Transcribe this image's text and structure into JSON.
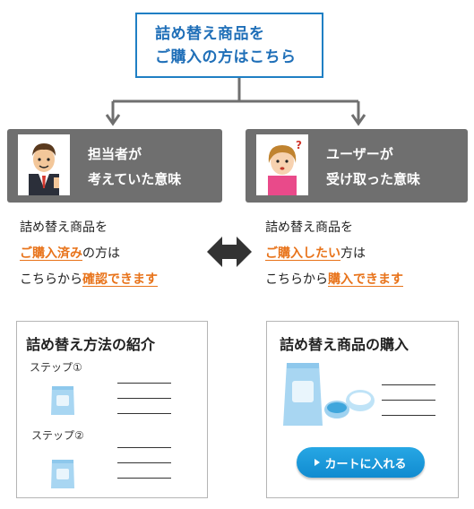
{
  "top_box": {
    "line1": "詰め替え商品を",
    "line2": "ご購入の方はこちら"
  },
  "left_header": {
    "line1": "担当者が",
    "line2": "考えていた意味"
  },
  "right_header": {
    "line1": "ユーザーが",
    "line2": "受け取った意味"
  },
  "left_text": {
    "line1": "詰め替え商品を",
    "line2_highlight": "ご購入済み",
    "line2_rest": "の方は",
    "line3_prefix": "こちらから",
    "line3_highlight": "確認できます"
  },
  "right_text": {
    "line1": "詰め替え商品を",
    "line2_highlight": "ご購入したい",
    "line2_rest": "方は",
    "line3_prefix": "こちらから",
    "line3_highlight": "購入できます"
  },
  "left_panel": {
    "title": "詰め替え方法の紹介",
    "step1": "ステップ①",
    "step2": "ステップ②"
  },
  "right_panel": {
    "title": "詰め替え商品の購入",
    "button_label": "カートに入れる"
  },
  "colors": {
    "accent_blue": "#1f7fc4",
    "highlight_orange": "#e8731a",
    "header_grey": "#6f6f6f",
    "button_blue": "#1a98db"
  }
}
